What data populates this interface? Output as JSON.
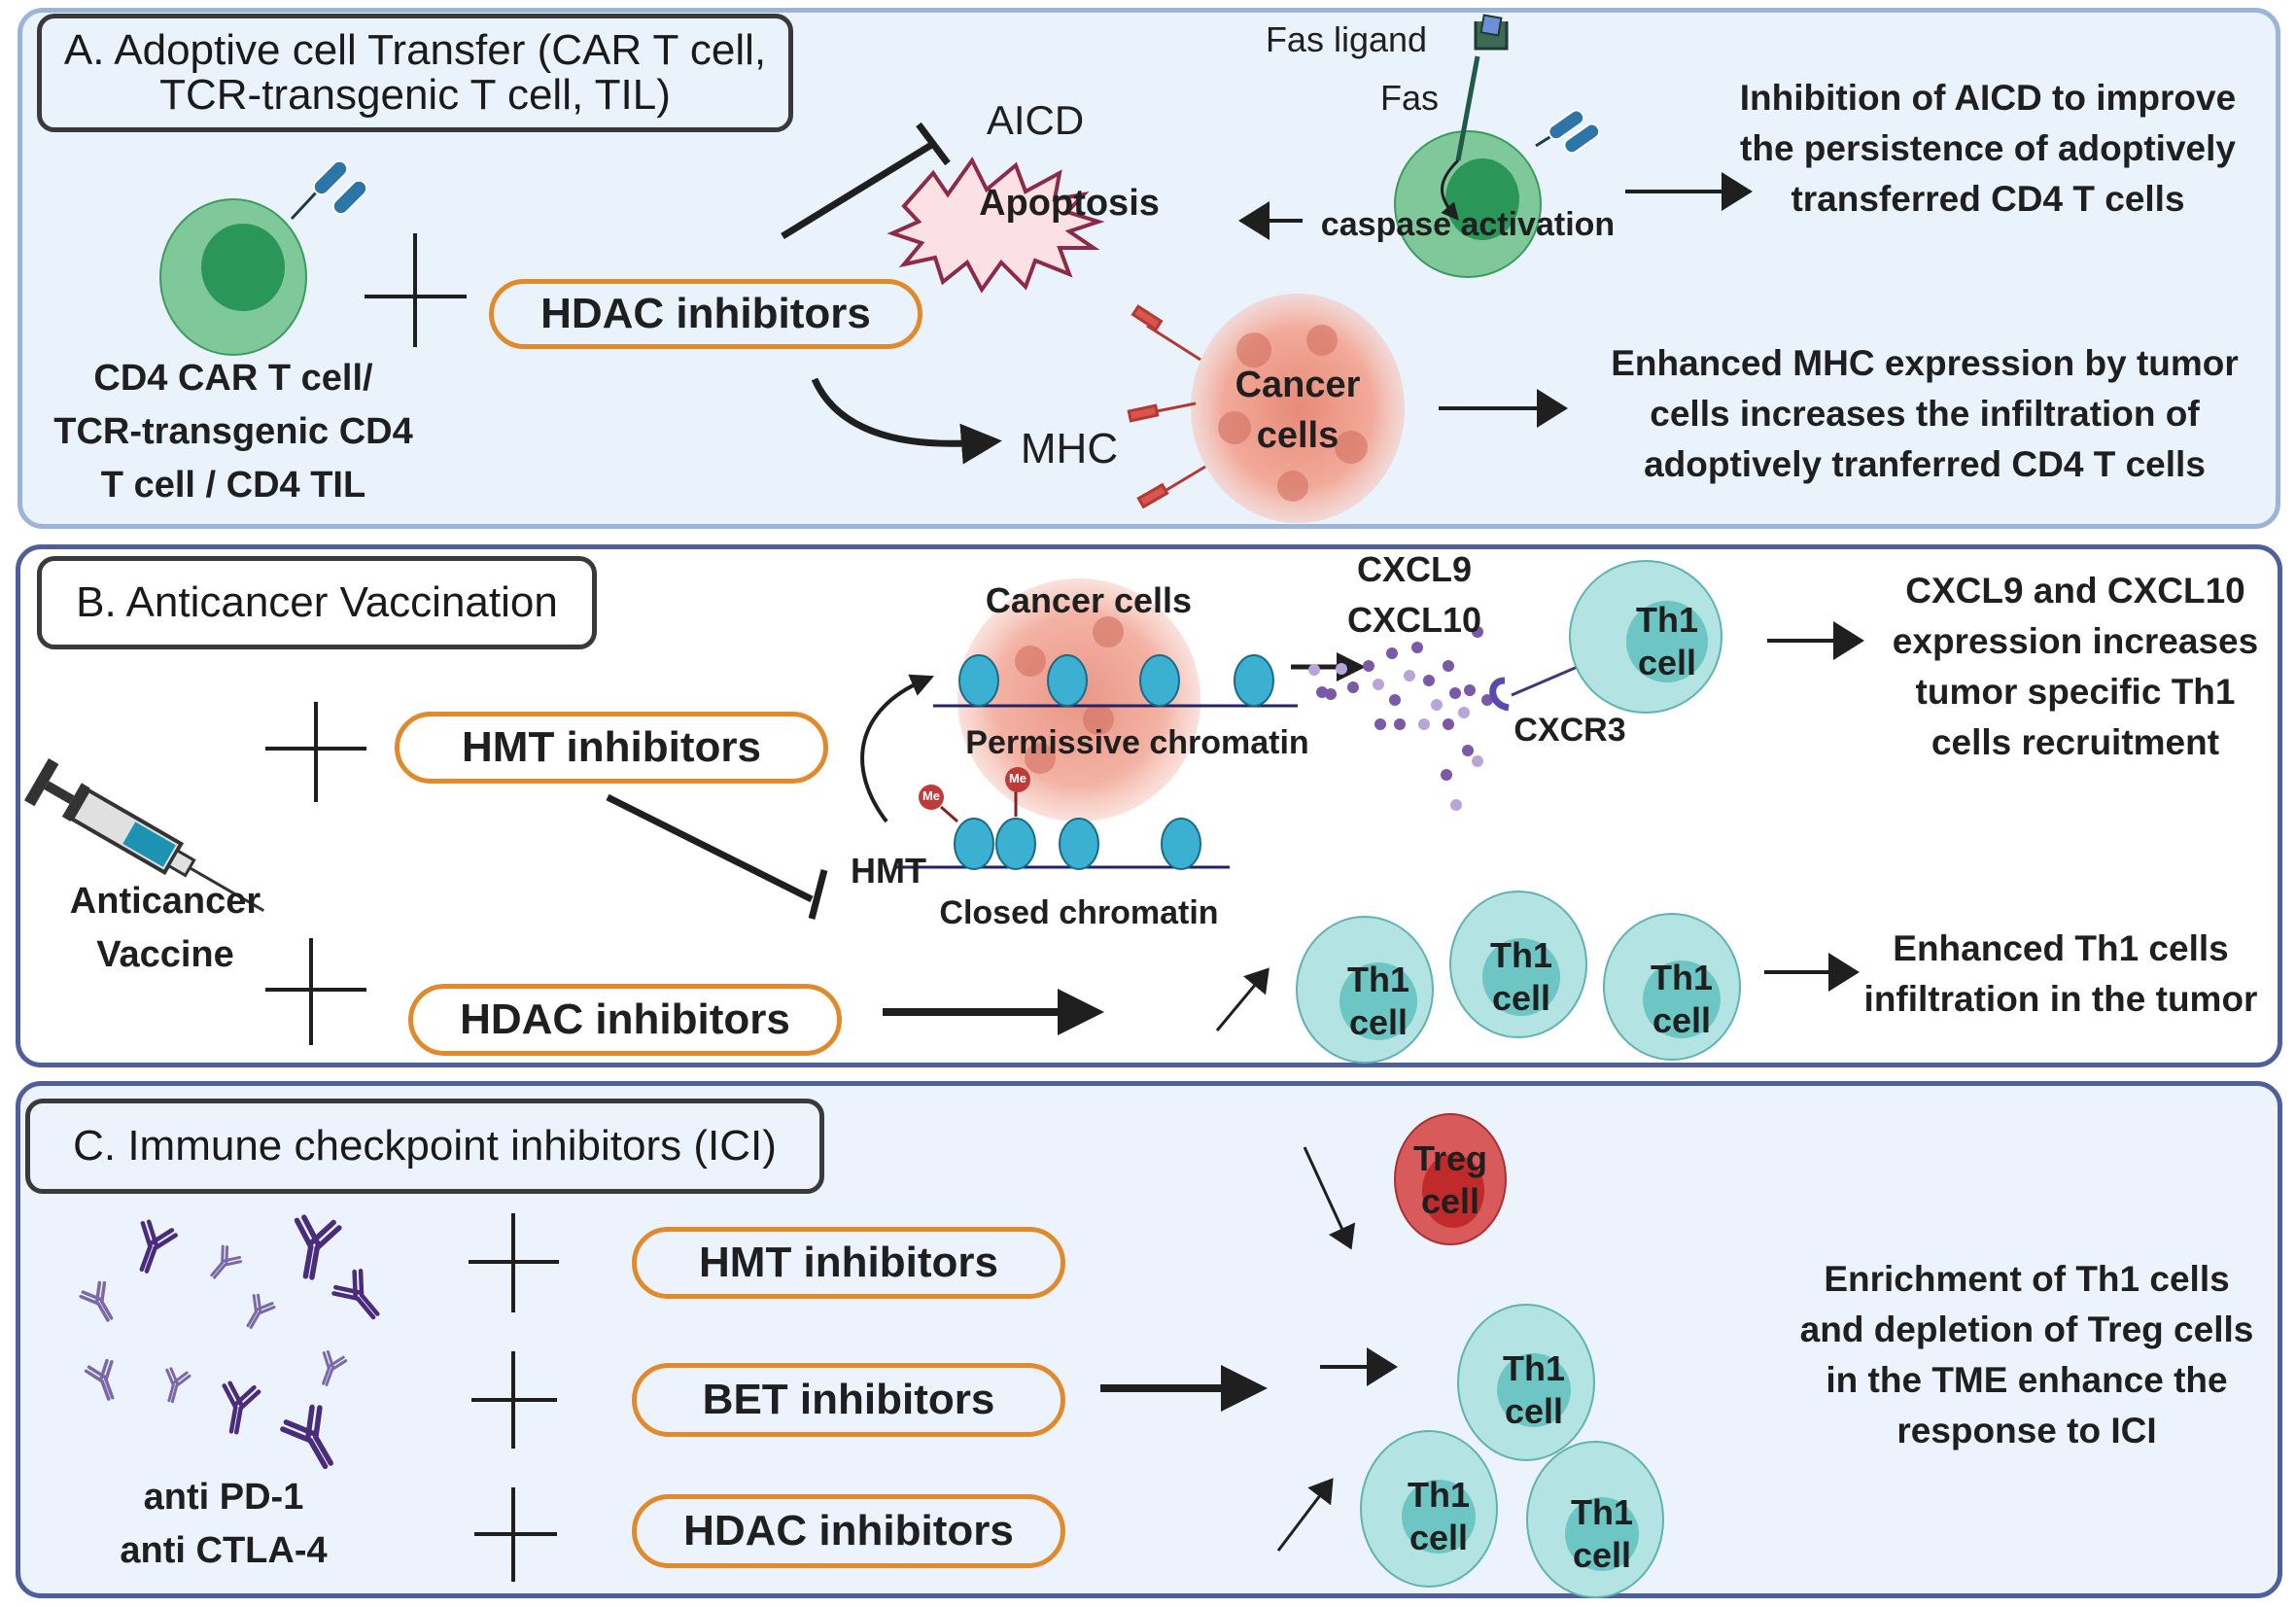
{
  "panel_a": {
    "title": "A. Adoptive cell Transfer (CAR T cell,\nTCR-transgenic T cell, TIL)",
    "cell_label": "CD4 CAR T cell/\nTCR-transgenic CD4\nT cell / CD4 TIL",
    "drug": "HDAC inhibitors",
    "aicd": "AICD",
    "apoptosis": "Apoptosis",
    "fas_ligand": "Fas ligand",
    "fas": "Fas",
    "caspase": "caspase activation",
    "mhc": "MHC",
    "cancer_cells": "Cancer\ncells",
    "outcome_1": "Inhibition of AICD to improve\nthe persistence of adoptively\ntransferred CD4 T cells",
    "outcome_2": "Enhanced MHC expression by tumor\ncells increases the infiltration of\nadoptively tranferred CD4 T cells"
  },
  "panel_b": {
    "title": "B. Anticancer Vaccination",
    "vaccine_label": "Anticancer\nVaccine",
    "drug_1": "HMT inhibitors",
    "drug_2": "HDAC inhibitors",
    "cancer_cells": "Cancer cells",
    "permissive": "Permissive chromatin",
    "closed": "Closed chromatin",
    "hmt": "HMT",
    "me": "Me",
    "chemokines": "CXCL9\nCXCL10",
    "receptor": "CXCR3",
    "th1_cell": "Th1\ncell",
    "outcome_1": "CXCL9 and CXCL10\nexpression increases\ntumor specific Th1\ncells recruitment",
    "outcome_2": "Enhanced Th1 cells\ninfiltration in the tumor"
  },
  "panel_c": {
    "title": "C. Immune checkpoint inhibitors (ICI)",
    "antibody_label": "anti PD-1\nanti CTLA-4",
    "drug_1": "HMT inhibitors",
    "drug_2": "BET inhibitors",
    "drug_3": "HDAC inhibitors",
    "treg_cell": "Treg\ncell",
    "th1_cell": "Th1\ncell",
    "outcome": "Enrichment of Th1 cells\nand depletion of Treg cells\nin the TME enhance the\nresponse to ICI"
  },
  "colors": {
    "pill_border": "#e08a2c",
    "cd4_cell": "#7fc89a",
    "cd4_nucleus": "#2a9658",
    "th1_cell": "#b4e3e3",
    "th1_nucleus": "#6dc6c4",
    "treg_cell": "#d95a5a",
    "treg_nucleus": "#c02a2a",
    "cancer": "#f0a898",
    "nucleosome": "#3bb0d0",
    "chemokine": "#7a5aa8",
    "antibody": "#4a2c7c"
  }
}
